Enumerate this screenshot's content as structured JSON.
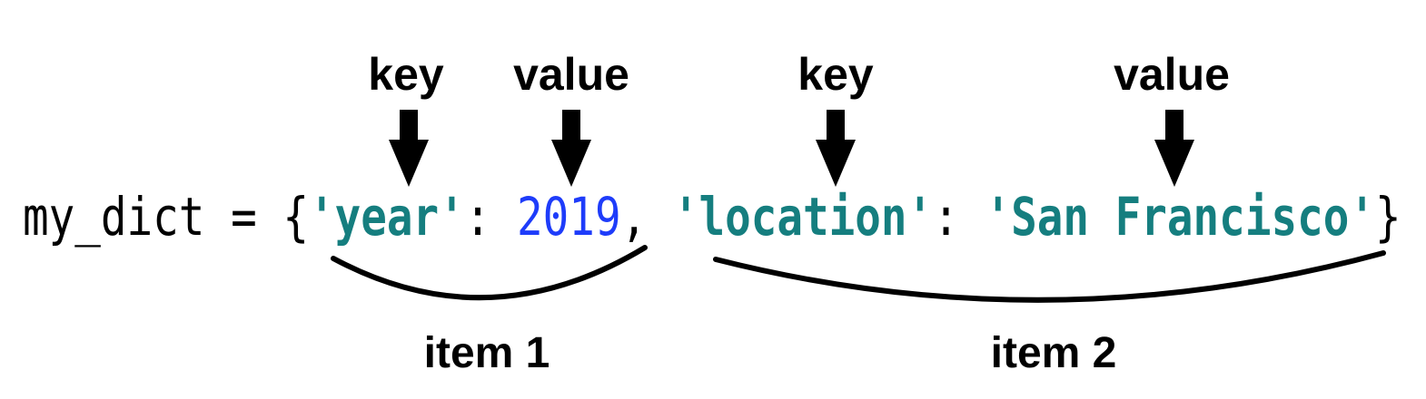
{
  "diagram": {
    "title_meaning": "Python dictionary structure: keys, values and items",
    "colors": {
      "background": "#ffffff",
      "plain": "#000000",
      "string": "#157E7F",
      "number": "#1E3CFA",
      "annotation": "#000000"
    },
    "top_labels": [
      {
        "label": "key"
      },
      {
        "label": "value"
      },
      {
        "label": "key"
      },
      {
        "label": "value"
      }
    ],
    "item_labels": [
      {
        "label": "item 1"
      },
      {
        "label": "item 2"
      }
    ],
    "code": {
      "full_text": "my_dict = {'year': 2019, 'location': 'San Francisco'}",
      "tokens": [
        {
          "text": "my_dict = {",
          "type": "plain"
        },
        {
          "text": "'year'",
          "type": "string"
        },
        {
          "text": ": ",
          "type": "plain"
        },
        {
          "text": "2019",
          "type": "number"
        },
        {
          "text": ", ",
          "type": "plain"
        },
        {
          "text": "'location'",
          "type": "string"
        },
        {
          "text": ": ",
          "type": "plain"
        },
        {
          "text": "'San Francisco'",
          "type": "string"
        },
        {
          "text": "}",
          "type": "plain"
        }
      ]
    }
  }
}
